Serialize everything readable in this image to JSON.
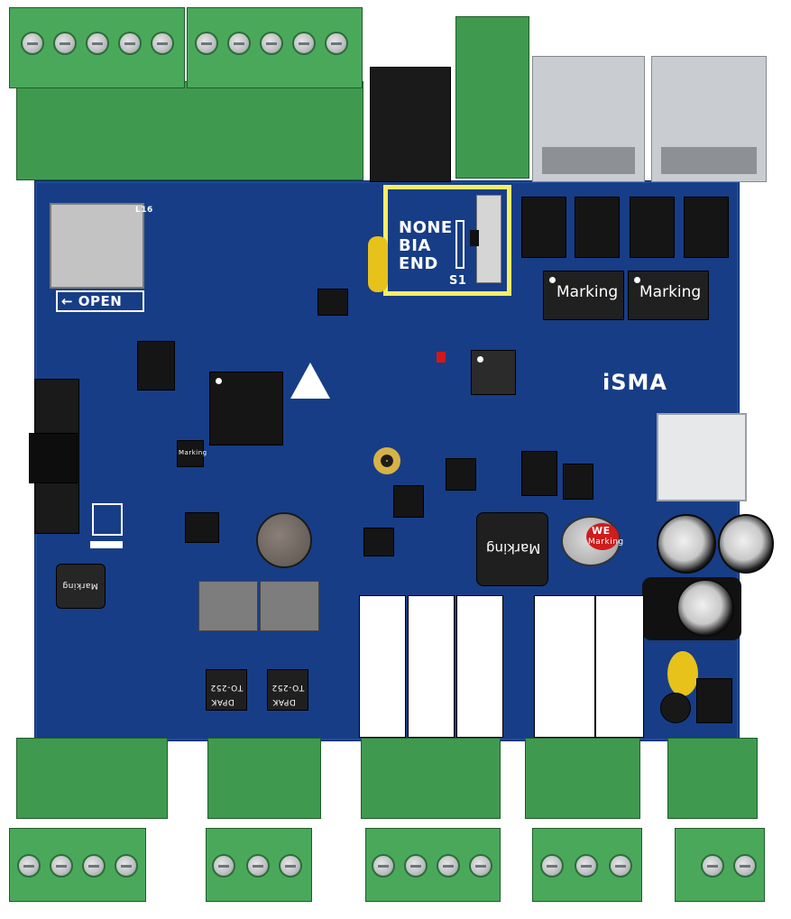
{
  "board": {
    "logo": "iSMA",
    "open_label": "← OPEN",
    "switch": {
      "positions": [
        "NONE",
        "BIA",
        "END"
      ],
      "ref": "S1"
    },
    "marking_labels": [
      "Marking",
      "Marking",
      "Marking",
      "Marking",
      "Marking"
    ],
    "we_label": "Marking",
    "we_logo": "WE",
    "dpak_labels": [
      "DPAK",
      "TO-252",
      "DPAK",
      "TO-252"
    ],
    "sd_label": "L16"
  },
  "colors": {
    "pcb": "#173d86",
    "terminal": "#3f9a4f",
    "highlight": "#f7ee63",
    "pad": "#c8a540"
  }
}
